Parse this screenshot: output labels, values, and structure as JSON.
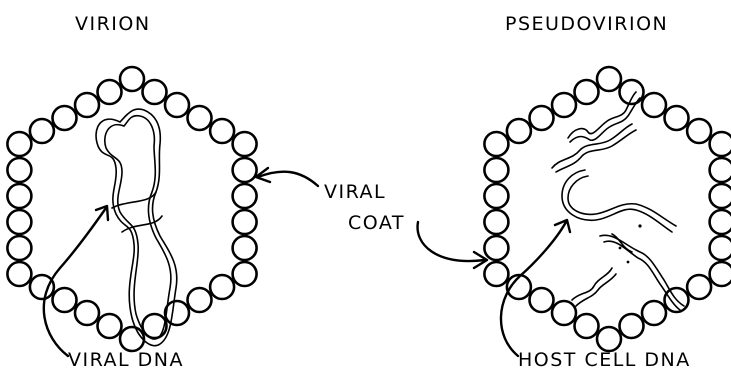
{
  "labels": {
    "virion": "VIRION",
    "pseudovirion": "PSEUDOVIRION",
    "viral_coat_line1": "VIRAL",
    "viral_coat_line2": "COAT",
    "viral_dna": "VIRAL DNA",
    "host_cell_dna": "HOST CELL DNA"
  }
}
